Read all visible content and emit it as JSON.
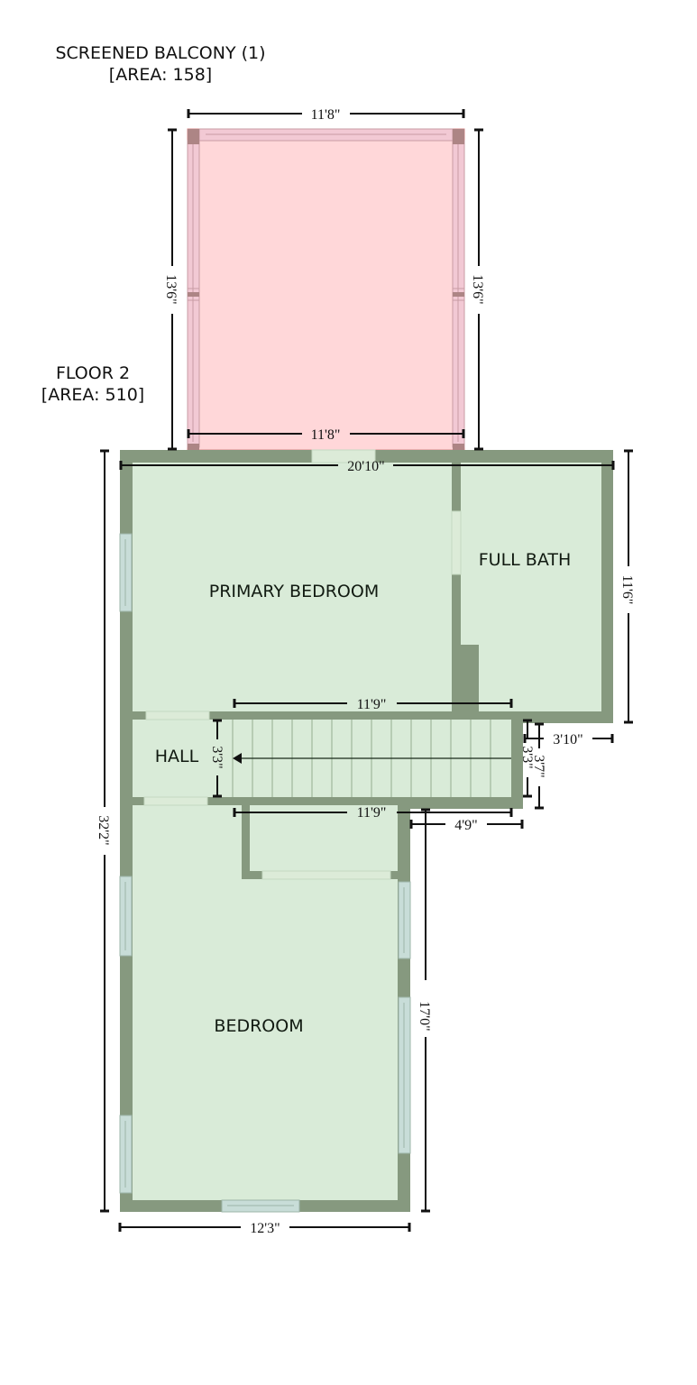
{
  "balcony": {
    "title": "SCREENED BALCONY (1)",
    "area": "[AREA: 158]",
    "dims": {
      "top": "11'8\"",
      "bottom": "11'8\"",
      "left": "13'6\"",
      "right": "13'6\""
    }
  },
  "floor": {
    "title": "FLOOR 2",
    "area": "[AREA: 510]",
    "dims": {
      "overall_width": "20'10\"",
      "overall_height": "32'2\"",
      "bath_height": "11'6\"",
      "stair_top": "11'9\"",
      "stair_bottom": "11'9\"",
      "stair_width": "3'3\"",
      "stair_end_width": "3'3\"",
      "landing_height": "3'7\"",
      "landing_width": "3'10\"",
      "jog_width": "4'9\"",
      "bedroom_height": "17'0\"",
      "bedroom_width": "12'3\""
    },
    "rooms": [
      {
        "name": "PRIMARY BEDROOM"
      },
      {
        "name": "FULL BATH"
      },
      {
        "name": "HALL"
      },
      {
        "name": "BEDROOM"
      }
    ]
  },
  "colors": {
    "wall": "#86997f",
    "floor": "#d9ebd8",
    "balcony_floor": "#ffd7d9",
    "balcony_post": "#ad8585"
  }
}
